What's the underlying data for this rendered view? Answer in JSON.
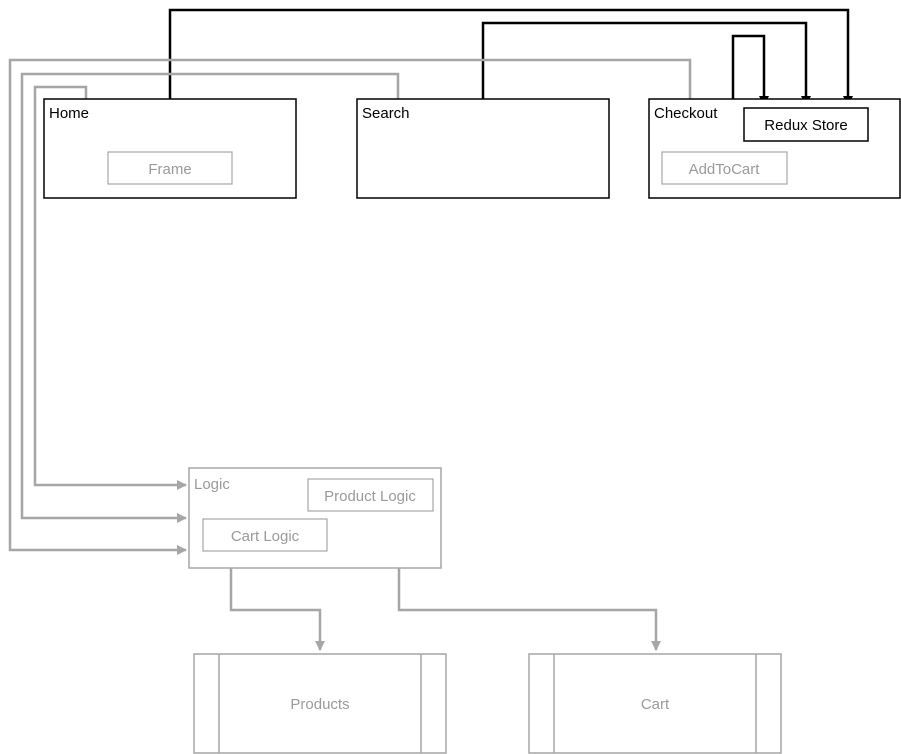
{
  "colors": {
    "dark": "#000000",
    "grey": "#a6a6a6",
    "grey_text": "#9a9a9a",
    "background": "#ffffff"
  },
  "diagram": {
    "pages": {
      "home": {
        "label": "Home",
        "child": "Frame"
      },
      "search": {
        "label": "Search"
      },
      "checkout": {
        "label": "Checkout",
        "child": "AddToCart",
        "store": "Redux Store"
      }
    },
    "logic": {
      "label": "Logic",
      "product_logic": "Product Logic",
      "cart_logic": "Cart Logic"
    },
    "stores": {
      "products": "Products",
      "cart": "Cart"
    }
  }
}
